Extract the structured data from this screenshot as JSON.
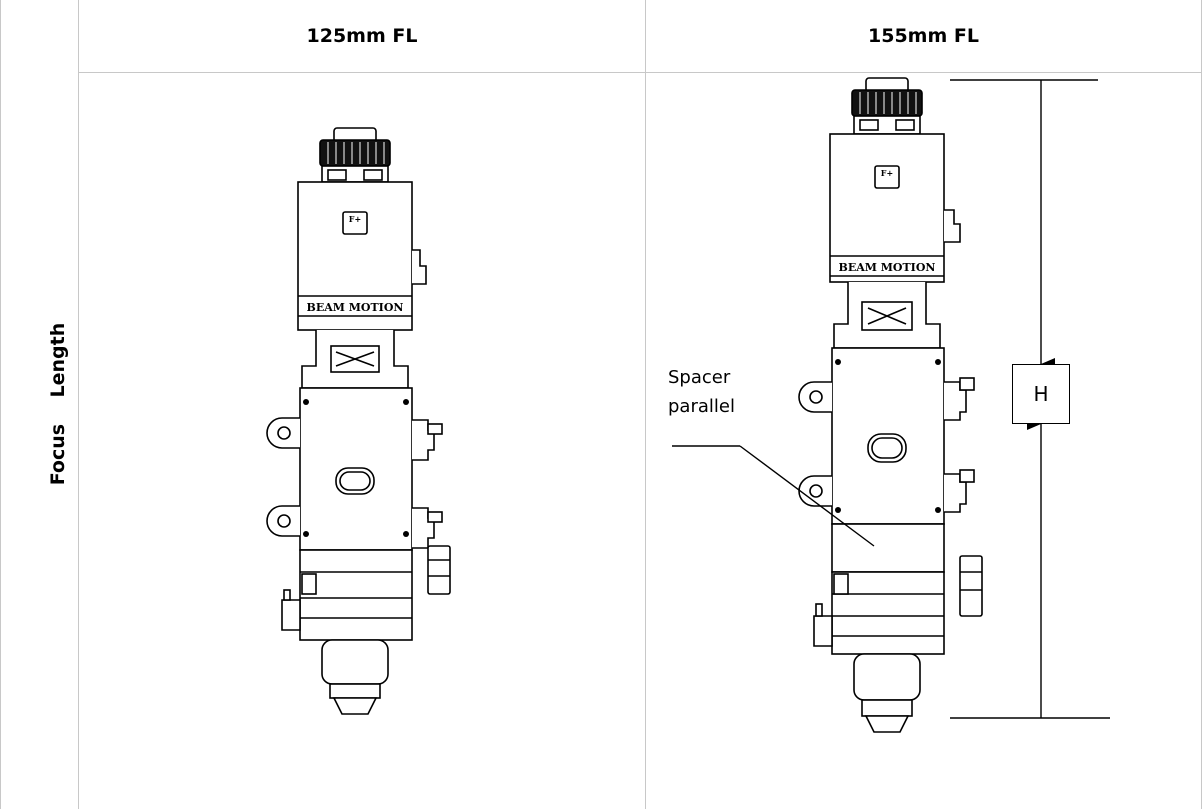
{
  "table": {
    "side_label": "Focus    Length",
    "columns": [
      {
        "label": "125mm FL"
      },
      {
        "label": "155mm FL"
      }
    ]
  },
  "drawing_left": {
    "plate_text": "BEAM MOTION",
    "fplus": "F+"
  },
  "drawing_right": {
    "plate_text": "BEAM MOTION",
    "fplus": "F+",
    "callout_line1": "Spacer",
    "callout_line2": "parallel",
    "dimension_label": "H"
  }
}
